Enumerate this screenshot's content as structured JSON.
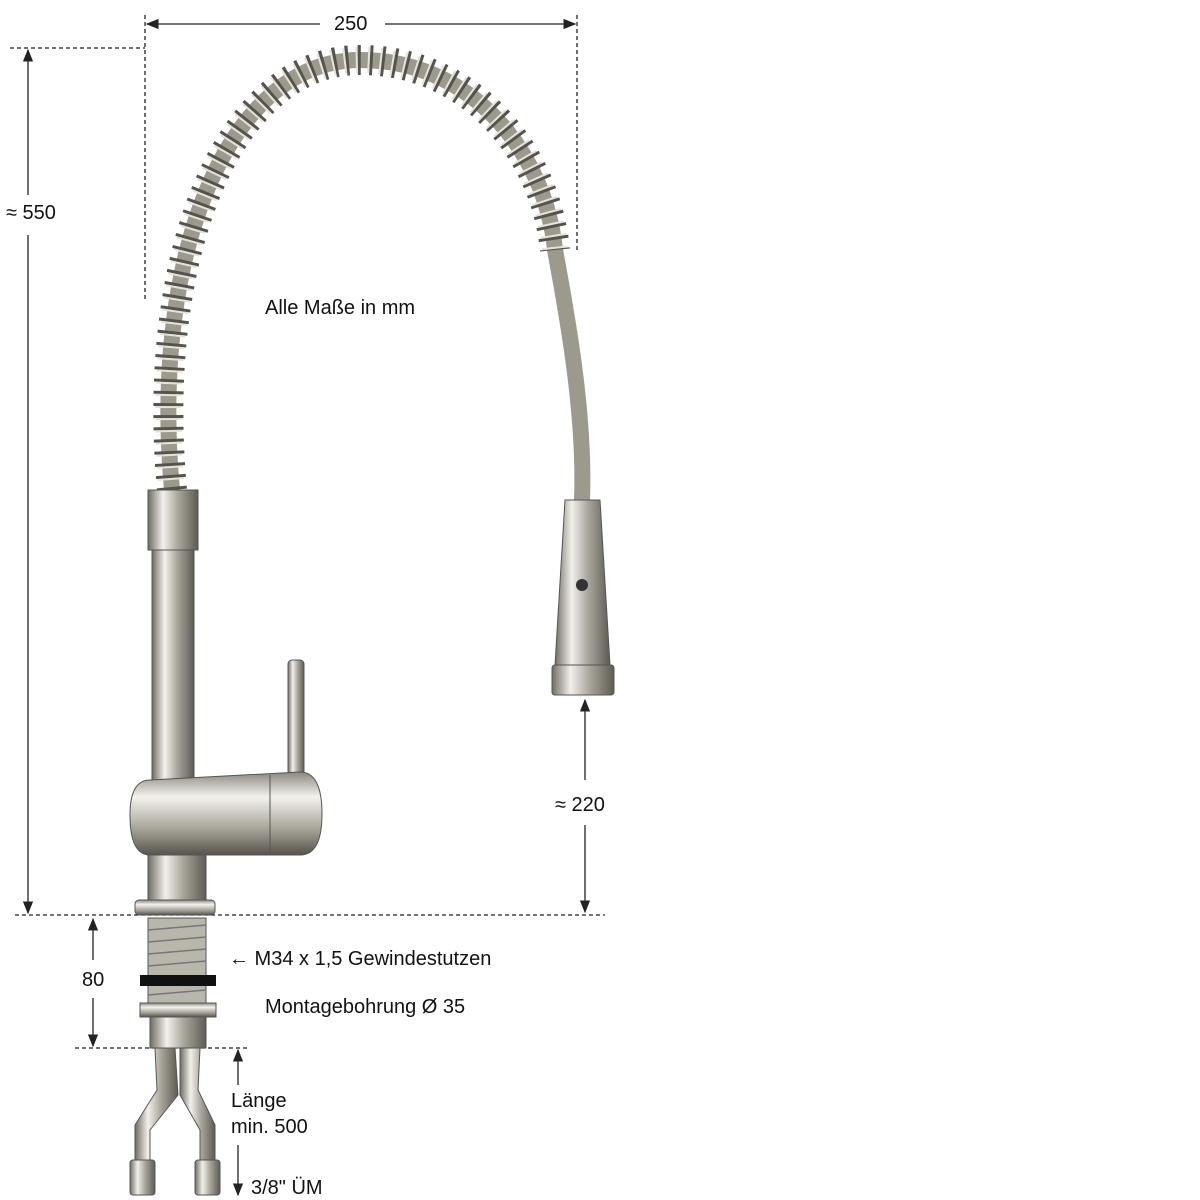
{
  "dimensions": {
    "width": "250",
    "height": "≈ 550",
    "spout_height": "≈ 220",
    "stud_length": "80"
  },
  "notes": {
    "units": "Alle Maße in mm",
    "thread": "← M34 x 1,5 Gewindestutzen",
    "mounting_hole": "Montagebohrung Ø 35",
    "hose_length_1": "Länge",
    "hose_length_2": "min. 500",
    "connector": "3/8\" ÜM"
  },
  "colors": {
    "chrome": "#c9c6bc",
    "chrome_dark": "#7d7a70",
    "line": "#222222"
  }
}
